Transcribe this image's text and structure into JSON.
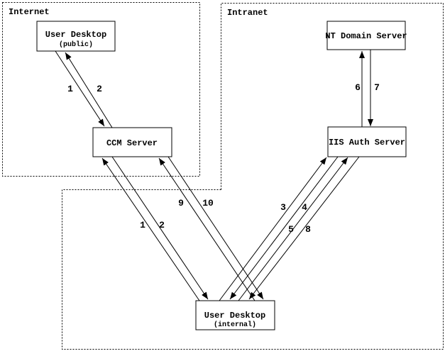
{
  "zones": [
    {
      "label": "Internet"
    },
    {
      "label": "Intranet"
    }
  ],
  "nodes": {
    "user_desktop_public": {
      "label": "User Desktop",
      "sublabel": "(public)"
    },
    "ccm_server": {
      "label": "CCM Server"
    },
    "nt_domain_server": {
      "label": "NT Domain Server"
    },
    "iis_auth_server": {
      "label": "IIS Auth Server"
    },
    "user_desktop_internal": {
      "label": "User Desktop",
      "sublabel": "(internal)"
    }
  },
  "flows": [
    {
      "label": "1",
      "from": "User Desktop (public)",
      "to": "CCM Server"
    },
    {
      "label": "2",
      "from": "CCM Server",
      "to": "User Desktop (public)"
    },
    {
      "label": "6",
      "from": "IIS Auth Server",
      "to": "NT Domain Server"
    },
    {
      "label": "7",
      "from": "NT Domain Server",
      "to": "IIS Auth Server"
    },
    {
      "label": "1",
      "from": "User Desktop (internal)",
      "to": "CCM Server"
    },
    {
      "label": "2",
      "from": "CCM Server",
      "to": "User Desktop (internal)"
    },
    {
      "label": "9",
      "from": "User Desktop (internal)",
      "to": "CCM Server"
    },
    {
      "label": "10",
      "from": "CCM Server",
      "to": "User Desktop (internal)"
    },
    {
      "label": "3",
      "from": "User Desktop (internal)",
      "to": "IIS Auth Server"
    },
    {
      "label": "4",
      "from": "IIS Auth Server",
      "to": "User Desktop (internal)"
    },
    {
      "label": "5",
      "from": "User Desktop (internal)",
      "to": "IIS Auth Server"
    },
    {
      "label": "8",
      "from": "IIS Auth Server",
      "to": "User Desktop (internal)"
    }
  ],
  "colors": {
    "foreground": "#000000",
    "background": "#ffffff"
  }
}
